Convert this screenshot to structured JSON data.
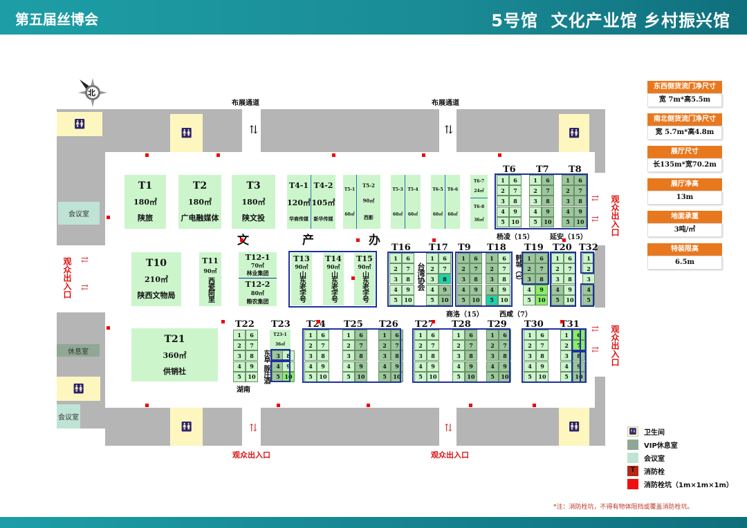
{
  "header": {
    "event_title": "第五届丝博会",
    "hall_title": "5号馆  文化产业馆 乡村振兴馆"
  },
  "compass": {
    "label": "北"
  },
  "passages": {
    "top_left": "布展通道",
    "top_right": "布展通道"
  },
  "entrances": {
    "left": "观众出入口",
    "right_top": "观众出入口",
    "right_bottom": "观众出入口",
    "bottom_left": "观众出入口",
    "bottom_right": "观众出入口"
  },
  "rooms": {
    "meeting_room_left": "会议室",
    "rest_room": "休息室",
    "meeting_room_bottom": "会议室"
  },
  "restroom_icon": "restroom-icon",
  "aisle_text": [
    "文",
    "产",
    "办"
  ],
  "booths": {
    "t1": {
      "id": "T1",
      "area": "180㎡",
      "name": "陕旅"
    },
    "t2": {
      "id": "T2",
      "area": "180㎡",
      "name": "广电融媒体"
    },
    "t3": {
      "id": "T3",
      "area": "180㎡",
      "name": "陕文投"
    },
    "t4_1": {
      "id": "T4-1",
      "area": "120㎡",
      "name": "华商传媒"
    },
    "t4_2": {
      "id": "T4-2",
      "area": "105㎡",
      "name": "新华传媒"
    },
    "t5_1": {
      "id": "T5-1",
      "area": "60㎡"
    },
    "t5_2": {
      "id": "T5-2",
      "area": "90㎡",
      "name": "西影"
    },
    "t5_3": {
      "id": "T5-3",
      "area": "60㎡"
    },
    "t5_4": {
      "id": "T5-4",
      "area": "60㎡"
    },
    "t6_5": {
      "id": "T6-5",
      "area": "60㎡"
    },
    "t6_6": {
      "id": "T6-6",
      "area": "60㎡"
    },
    "t6_7": {
      "id": "T6-7",
      "area": "24㎡"
    },
    "t6_8": {
      "id": "T6-8",
      "area": "36㎡"
    },
    "t10": {
      "id": "T10",
      "area": "210㎡",
      "name": "陕西文物局"
    },
    "t11": {
      "id": "T11",
      "area": "90㎡",
      "name": "西瓷阿里"
    },
    "t12_1": {
      "id": "T12-1",
      "area": "70㎡",
      "name": "林业集团"
    },
    "t12_2": {
      "id": "T12-2",
      "area": "80㎡",
      "name": "粮农集团"
    },
    "t13": {
      "id": "T13",
      "area": "90㎡",
      "name": "山东老字号"
    },
    "t14": {
      "id": "T14",
      "area": "90㎡",
      "name": "山东老字号"
    },
    "t15": {
      "id": "T15",
      "area": "90㎡",
      "name": "山东老字号"
    },
    "t21": {
      "id": "T21",
      "area": "360㎡",
      "name": "供销社"
    },
    "t23_1": {
      "id": "T23-1",
      "area": "36㎡"
    }
  },
  "grid_groups": [
    "T6",
    "T7",
    "T8",
    "T16",
    "T17",
    "T9",
    "T18",
    "T19",
    "T20",
    "T32",
    "T22",
    "T23",
    "T24",
    "T25",
    "T26",
    "T27",
    "T28",
    "T29",
    "T30",
    "T31"
  ],
  "grid_numbers": {
    "left": [
      "1",
      "2",
      "3",
      "4",
      "5"
    ],
    "right": [
      "6",
      "7",
      "8",
      "9",
      "10"
    ]
  },
  "group_labels": {
    "yangling": "杨凌（15）",
    "yanan": "延安（15）",
    "shangluo": "商洛（15）",
    "xixian": "西咸（7）",
    "hancheng": "韩城（3）",
    "taiwan": "台湾协会",
    "hunan": "湖南",
    "dongfu": "东阜",
    "tunzhuang": "豚庄酒"
  },
  "info_panel": [
    {
      "label": "东西侧货流门净尺寸",
      "value": "宽 7m*高5.5m"
    },
    {
      "label": "南北侧货流门净尺寸",
      "value": "宽 5.7m*高4.8m"
    },
    {
      "label": "展厅尺寸",
      "value": "长135m*宽70.2m"
    },
    {
      "label": "展厅净高",
      "value": "13m"
    },
    {
      "label": "地面承重",
      "value": "3吨/㎡"
    },
    {
      "label": "特装限高",
      "value": "6.5m"
    }
  ],
  "legend": [
    {
      "label": "卫生间",
      "color": "#fdf7bf"
    },
    {
      "label": "VIP休息室",
      "color": "#8fa895"
    },
    {
      "label": "会议室",
      "color": "#bfe3d5"
    },
    {
      "label": "消防栓",
      "color": "#b02a1a"
    },
    {
      "label": "消防栓坑（1m×1m×1m）",
      "color": "#ee1111"
    }
  ],
  "note": "*注：消防栓坑，不得有物体阻挡或覆盖消防栓坑。",
  "colors": {
    "header": "#1d9ea6",
    "booth": "#ccf5cc",
    "vip": "#9cc79c",
    "border": "#1f2fa0",
    "info": "#e8781e",
    "entrance": "#dd1111"
  }
}
